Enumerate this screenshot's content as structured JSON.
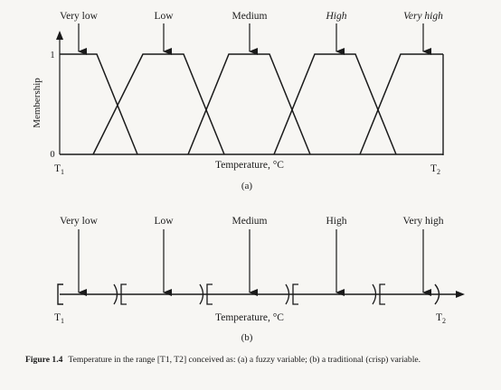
{
  "figure_a": {
    "sets": [
      "Very low",
      "Low",
      "Medium",
      "High",
      "Very high"
    ],
    "y_axis_label": "Membership",
    "y_ticks": [
      "1",
      "0"
    ],
    "x_axis_label": "Temperature, °C",
    "left_end_label": "T",
    "left_end_sub": "1",
    "right_end_label": "T",
    "right_end_sub": "2",
    "panel_label": "(a)"
  },
  "figure_b": {
    "sets": [
      "Very low",
      "Low",
      "Medium",
      "High",
      "Very high"
    ],
    "x_axis_label": "Temperature, °C",
    "left_end_label": "T",
    "left_end_sub": "1",
    "right_end_label": "T",
    "right_end_sub": "2",
    "panel_label": "(b)"
  },
  "caption": {
    "figure_number": "Figure 1.4",
    "text": "Temperature in the range [T1, T2] conceived as: (a) a fuzzy variable; (b) a traditional (crisp) variable."
  }
}
